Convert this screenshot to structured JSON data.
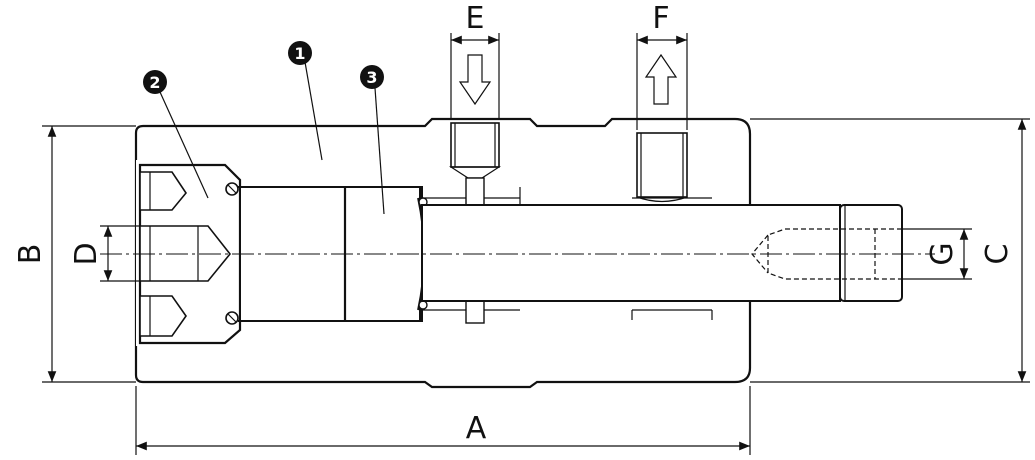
{
  "dimensions": {
    "A": "A",
    "B": "B",
    "C": "C",
    "D": "D",
    "E": "E",
    "F": "F",
    "G": "G"
  },
  "callouts": {
    "one": "1",
    "two": "2",
    "three": "3"
  },
  "ports": {
    "E": {
      "flow": "in"
    },
    "F": {
      "flow": "out"
    }
  },
  "colors": {
    "line": "#111111",
    "background": "#ffffff"
  }
}
